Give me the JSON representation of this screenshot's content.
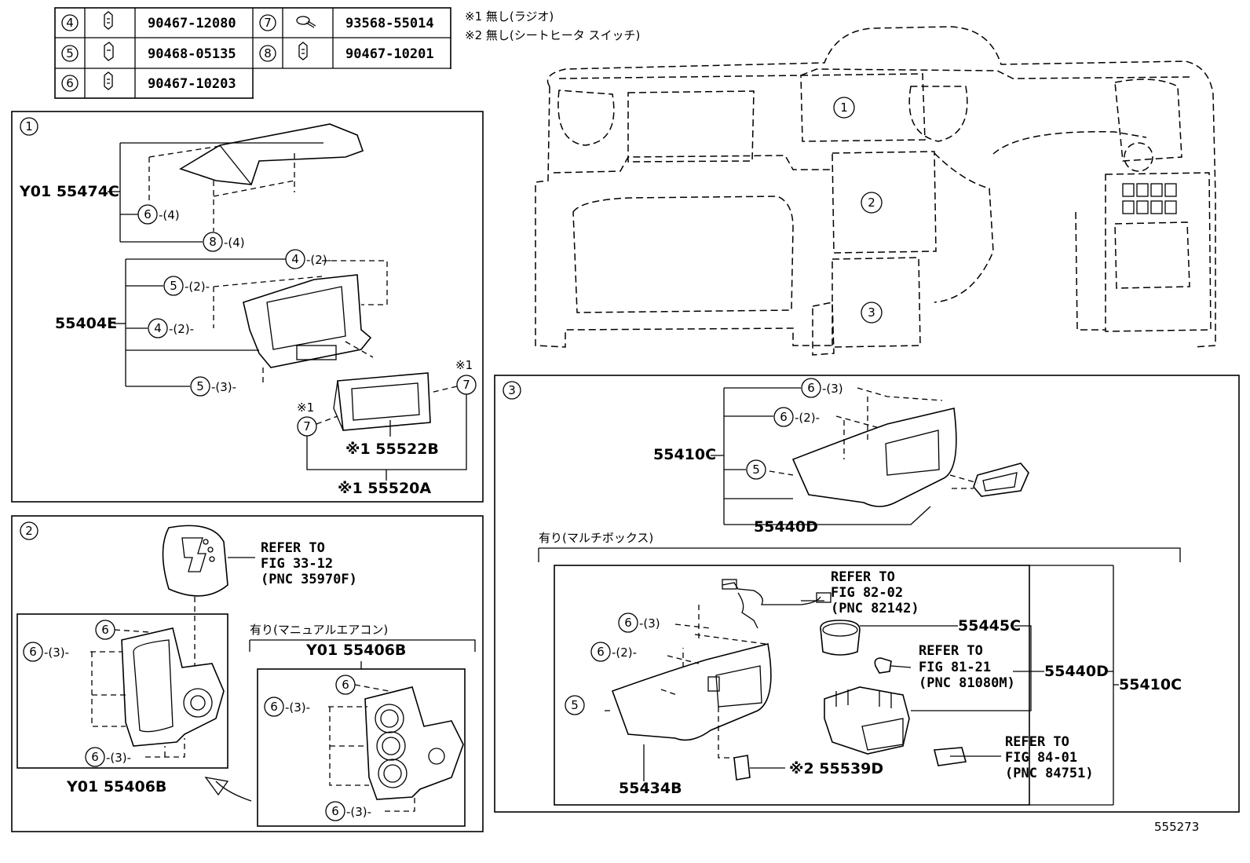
{
  "parts_table": [
    {
      "ref": "4",
      "part_no": "90467-12080",
      "icon": "clip-icon"
    },
    {
      "ref": "7",
      "part_no": "93568-55014",
      "icon": "screw-icon"
    },
    {
      "ref": "5",
      "part_no": "90468-05135",
      "icon": "clip-icon"
    },
    {
      "ref": "8",
      "part_no": "90467-10201",
      "icon": "clip-icon"
    },
    {
      "ref": "6",
      "part_no": "90467-10203",
      "icon": "clip-icon"
    }
  ],
  "notes": [
    "※1 無し(ラジオ)",
    "※2 無し(シートヒータ スイッチ)"
  ],
  "section1": {
    "num": "1",
    "labels": {
      "p55474c": "Y01 55474C",
      "p55404e": "55404E",
      "p55522b": "※1 55522B",
      "p55520a": "※1 55520A",
      "mark1a": "※1",
      "mark1b": "※1"
    },
    "callouts": {
      "c6": "6",
      "c6q": "-(4)",
      "c8": "8",
      "c8q": "-(4)",
      "c4a": "4",
      "c4aq": "-(2)-",
      "c5a": "5",
      "c5aq": "-(2)-",
      "c4b": "4",
      "c4bq": "-(2)-",
      "c5b": "5",
      "c5bq": "-(3)-",
      "c7a": "7",
      "c7b": "7"
    }
  },
  "section2": {
    "num": "2",
    "refer": [
      "REFER TO",
      "FIG 33-12",
      "(PNC 35970F)"
    ],
    "note_manual_ac": "有り(マニュアルエアコン)",
    "labels": {
      "p55406b_a": "Y01 55406B",
      "p55406b_b": "Y01 55406B"
    },
    "callouts": {
      "c6a": "6",
      "c6b": "6",
      "c6bq": "-(3)-",
      "c6c": "6",
      "c6cq": "-(3)-",
      "c6d": "6",
      "c6e": "6",
      "c6eq": "-(3)-",
      "c6f": "6",
      "c6fq": "-(3)-"
    }
  },
  "section3": {
    "num": "3",
    "note_multibox": "有り(マルチボックス)",
    "labels": {
      "p55410c_a": "55410C",
      "p55440d_a": "55440D",
      "p55445c": "55445C",
      "p55440d_b": "55440D",
      "p55410c_b": "55410C",
      "p55434b": "55434B",
      "p55539d": "※2 55539D"
    },
    "refer_a": [
      "REFER TO",
      "FIG 82-02",
      "(PNC 82142)"
    ],
    "refer_b": [
      "REFER TO",
      "FIG 81-21",
      "(PNC 81080M)"
    ],
    "refer_c": [
      "REFER TO",
      "FIG 84-01",
      "(PNC 84751)"
    ],
    "callouts": {
      "c6a": "6",
      "c6aq": "-(3)",
      "c6b": "6",
      "c6bq": "-(2)-",
      "c5a": "5",
      "c6c": "6",
      "c6cq": "-(3)",
      "c6d": "6",
      "c6dq": "-(2)-",
      "c5b": "5"
    }
  },
  "overview_callouts": {
    "o1": "1",
    "o2": "2",
    "o3": "3"
  },
  "figure_id": "555273"
}
